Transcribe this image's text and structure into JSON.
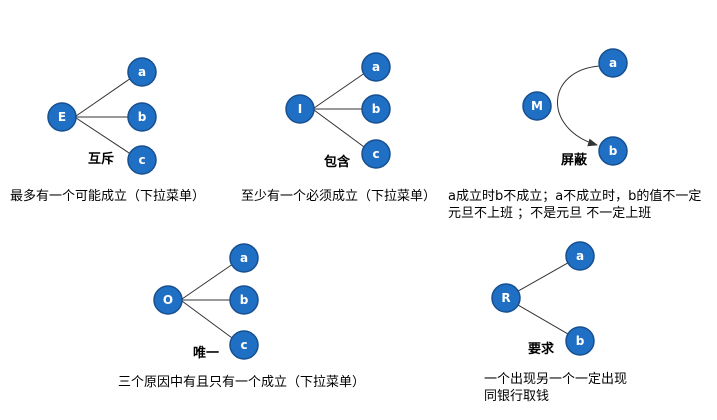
{
  "colors": {
    "node_fill": "#1f6fc4",
    "node_stroke": "#174f8f",
    "edge": "#333333"
  },
  "groups": [
    {
      "type": "fan",
      "title": "互斥",
      "root": "E",
      "children": [
        "a",
        "b",
        "c"
      ],
      "desc": [
        "最多有一个可能成立（下拉菜单）"
      ]
    },
    {
      "type": "fan",
      "title": "包含",
      "root": "I",
      "children": [
        "a",
        "b",
        "c"
      ],
      "desc": [
        "至少有一个必须成立（下拉菜单）"
      ]
    },
    {
      "type": "mask",
      "title": "屏蔽",
      "root": "M",
      "children": [
        "a",
        "b"
      ],
      "desc": [
        "a成立时b不成立；a不成立时，b的值不一定",
        "元旦不上班 ；不是元旦 不一定上班"
      ]
    },
    {
      "type": "fan",
      "title": "唯一",
      "root": "O",
      "children": [
        "a",
        "b",
        "c"
      ],
      "desc": [
        "三个原因中有且只有一个成立（下拉菜单）"
      ]
    },
    {
      "type": "require",
      "title": "要求",
      "root": "R",
      "children": [
        "a",
        "b"
      ],
      "desc": [
        "一个出现另一个一定出现",
        "同银行取钱"
      ]
    }
  ]
}
